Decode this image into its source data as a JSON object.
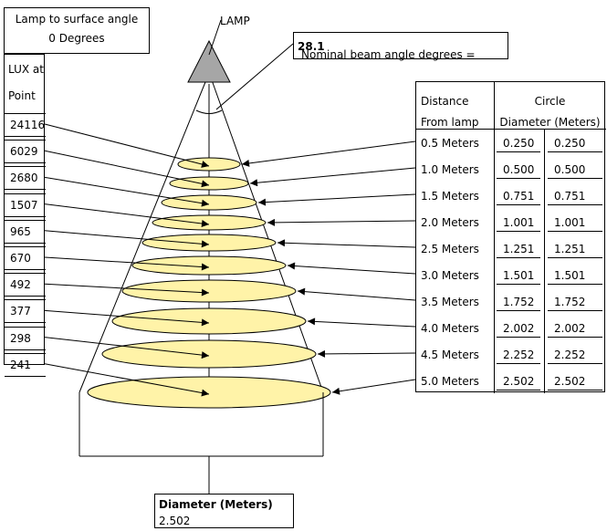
{
  "header": {
    "line1": "Lamp to surface angle",
    "line2": "0 Degrees"
  },
  "lamp_label": "LAMP",
  "beam": {
    "label": "Nominal beam angle degrees = ",
    "value": "28.1"
  },
  "lux": {
    "header_line1": "LUX at",
    "header_line2": "Point",
    "values": [
      "24116",
      "6029",
      "2680",
      "1507",
      "965",
      "670",
      "492",
      "377",
      "298",
      "241"
    ]
  },
  "table": {
    "col1_line1": "Distance",
    "col1_line2": "From lamp",
    "col2_line1": "Circle",
    "col2_line2": "Diameter (Meters)",
    "rows": [
      {
        "distance": "0.5 Meters",
        "d1": "0.250",
        "d2": "0.250"
      },
      {
        "distance": "1.0 Meters",
        "d1": "0.500",
        "d2": "0.500"
      },
      {
        "distance": "1.5 Meters",
        "d1": "0.751",
        "d2": "0.751"
      },
      {
        "distance": "2.0 Meters",
        "d1": "1.001",
        "d2": "1.001"
      },
      {
        "distance": "2.5 Meters",
        "d1": "1.251",
        "d2": "1.251"
      },
      {
        "distance": "3.0 Meters",
        "d1": "1.501",
        "d2": "1.501"
      },
      {
        "distance": "3.5 Meters",
        "d1": "1.752",
        "d2": "1.752"
      },
      {
        "distance": "4.0 Meters",
        "d1": "2.002",
        "d2": "2.002"
      },
      {
        "distance": "4.5 Meters",
        "d1": "2.252",
        "d2": "2.252"
      },
      {
        "distance": "5.0 Meters",
        "d1": "2.502",
        "d2": "2.502"
      }
    ]
  },
  "diameter": {
    "label": "Diameter (Meters)",
    "value": "2.502"
  },
  "colors": {
    "ellipse_fill": "#fff3a8",
    "lamp_fill": "#a6a6a6"
  }
}
